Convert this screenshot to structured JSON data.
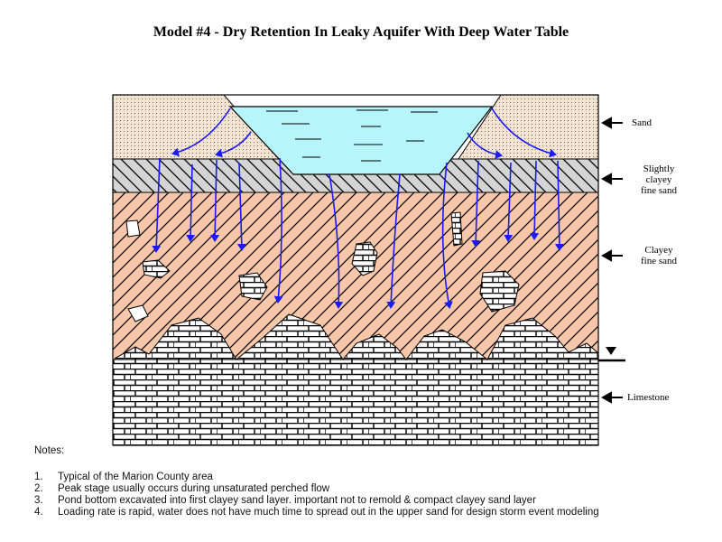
{
  "title": "Model #4 - Dry Retention In Leaky Aquifer With Deep Water Table",
  "layers": {
    "sand": "Sand",
    "slightly_clayey": [
      "Slightly",
      "clayey",
      "fine sand"
    ],
    "clayey": [
      "Clayey",
      "fine sand"
    ],
    "limestone": "Limestone"
  },
  "colors": {
    "sand": "#f3e3d0",
    "slightly_clayey": "#d4d4d4",
    "clayey": "#f8c6a8",
    "water": "#b6f5fb",
    "arrows": "#1a1aff"
  },
  "notes": {
    "heading": "Notes:",
    "items": [
      {
        "num": "1.",
        "text": "Typical of the Marion County area"
      },
      {
        "num": "2.",
        "text": "Peak stage usually occurs during unsaturated perched flow"
      },
      {
        "num": "3.",
        "text": "Pond bottom excavated into first clayey sand layer. important not to remold & compact clayey sand layer"
      },
      {
        "num": "4.",
        "text": "Loading rate is rapid, water does not have much time to spread out in the upper sand for design storm event modeling"
      }
    ]
  }
}
